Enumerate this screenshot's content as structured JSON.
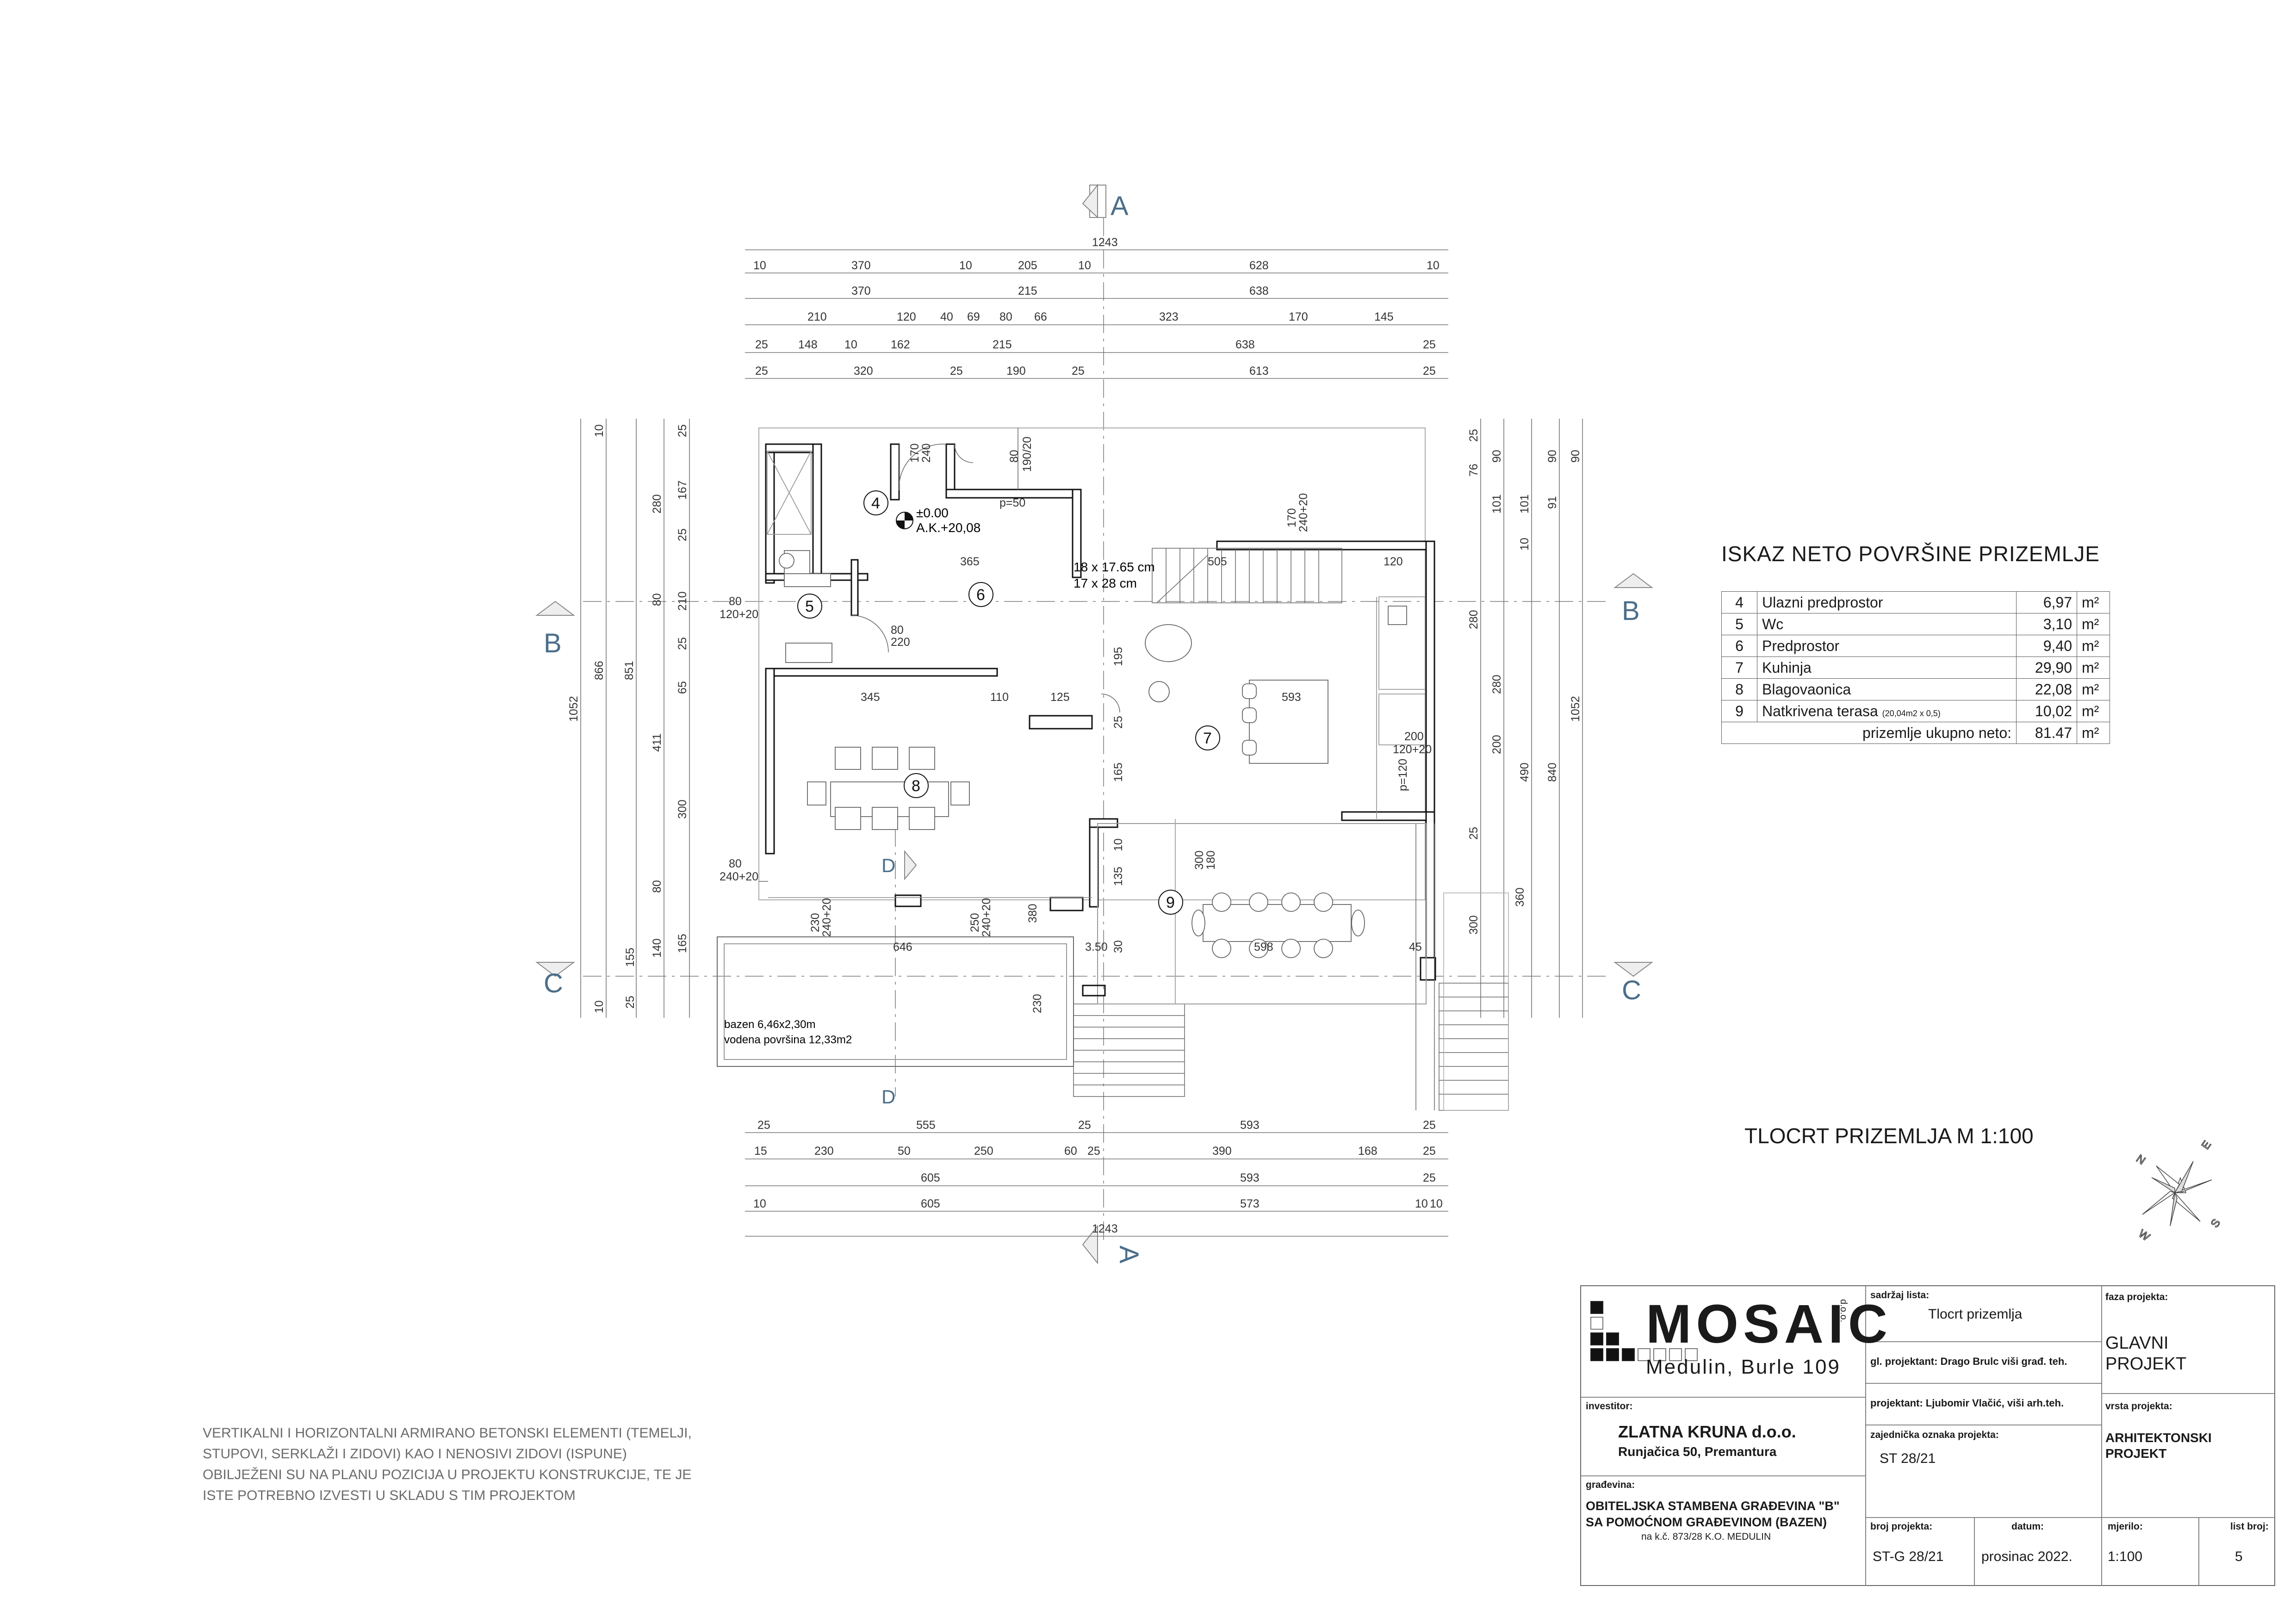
{
  "section_markers": {
    "a": "A",
    "b": "B",
    "c": "C",
    "d": "D"
  },
  "dimensions": {
    "top": {
      "total": "1243",
      "row1": [
        "10",
        "370",
        "10",
        "205",
        "10",
        "628",
        "10"
      ],
      "row2": [
        "370",
        "215",
        "638"
      ],
      "row3": [
        "210",
        "120",
        "40",
        "69",
        "80",
        "66",
        "323",
        "170",
        "145"
      ],
      "row4": [
        "25",
        "148",
        "10",
        "162",
        "215",
        "638",
        "25"
      ],
      "row5": [
        "25",
        "320",
        "25",
        "190",
        "25",
        "613",
        "25"
      ]
    },
    "bottom": {
      "row1": [
        "25",
        "555",
        "25",
        "593",
        "25"
      ],
      "row2": [
        "15",
        "230",
        "50",
        "250",
        "60",
        "25",
        "390",
        "168",
        "25"
      ],
      "row3": [
        "605",
        "593",
        "25"
      ],
      "row4": [
        "10",
        "605",
        "573",
        "10",
        "10"
      ],
      "total": "1243"
    },
    "left": {
      "total": "1052",
      "col1": [
        "866"
      ],
      "col2": [
        "851"
      ],
      "col3": [
        "280",
        "411",
        "140"
      ],
      "col4": [
        "167",
        "210",
        "25",
        "65",
        "300",
        "80",
        "155",
        "25",
        "80",
        "25",
        "10",
        "10",
        "25",
        "165"
      ]
    },
    "right": {
      "total": "1052",
      "col_a": [
        "840"
      ],
      "col_b": [
        "490",
        "200"
      ],
      "col_c": [
        "280",
        "25",
        "300"
      ],
      "col_d": [
        "90",
        "101",
        "101",
        "360"
      ],
      "col_e": [
        "25",
        "76",
        "90",
        "91",
        "10",
        "90"
      ]
    },
    "interior": [
      "365",
      "505",
      "120",
      "345",
      "110",
      "125",
      "195",
      "25",
      "165",
      "10",
      "135",
      "30",
      "3.50",
      "646",
      "230",
      "45",
      "593",
      "598"
    ],
    "openings": [
      "170",
      "240",
      "80",
      "190/20",
      "170",
      "240+20",
      "80",
      "120+20",
      "80",
      "220",
      "80",
      "240+20",
      "200",
      "120+20",
      "p=120",
      "230",
      "240+20",
      "250",
      "240+20",
      "380",
      "300",
      "180",
      "p=50"
    ]
  },
  "plan_labels": {
    "level": "±0.00",
    "absolute_level": "A.K.+20,08",
    "stair_a": "18 x 17.65 cm",
    "stair_b": "17 x 28 cm",
    "pool_size": "bazen 6,46x2,30m",
    "pool_water": "vodena površina 12,33m2",
    "rooms": [
      "4",
      "5",
      "6",
      "7",
      "8",
      "9"
    ]
  },
  "area_table": {
    "title": "ISKAZ NETO POVRŠINE PRIZEMLJE",
    "rows": [
      {
        "no": "4",
        "name": "Ulazni predprostor",
        "note": "",
        "area": "6,97",
        "unit": "m²"
      },
      {
        "no": "5",
        "name": "Wc",
        "note": "",
        "area": "3,10",
        "unit": "m²"
      },
      {
        "no": "6",
        "name": "Predprostor",
        "note": "",
        "area": "9,40",
        "unit": "m²"
      },
      {
        "no": "7",
        "name": "Kuhinja",
        "note": "",
        "area": "29,90",
        "unit": "m²"
      },
      {
        "no": "8",
        "name": "Blagovaonica",
        "note": "",
        "area": "22,08",
        "unit": "m²"
      },
      {
        "no": "9",
        "name": "Natkrivena terasa",
        "note": "(20,04m2 x 0,5)",
        "area": "10,02",
        "unit": "m²"
      }
    ],
    "total_label": "prizemlje ukupno neto:",
    "total_value": "81.47",
    "total_unit": "m²"
  },
  "drawing_title": "TLOCRT PRIZEMLJA  M 1:100",
  "compass": {
    "n": "N",
    "e": "E",
    "s": "S",
    "w": "W"
  },
  "notes": [
    "VERTIKALNI I HORIZONTALNI ARMIRANO BETONSKI ELEMENTI (TEMELJI,",
    "STUPOVI, SERKLAŽI I ZIDOVI) KAO I NENOSIVI ZIDOVI (ISPUNE)",
    "OBILJEŽENI SU NA PLANU POZICIJA U PROJEKTU KONSTRUKCIJE, TE JE",
    "ISTE POTREBNO IZVESTI U SKLADU S TIM PROJEKTOM"
  ],
  "title_block": {
    "company": {
      "name": "MOSAIC",
      "suffix": "d.o.o.",
      "address": "Medulin, Burle 109"
    },
    "investor_label": "investitor:",
    "investor_name": "ZLATNA KRUNA d.o.o.",
    "investor_address": "Runjačica 50, Premantura",
    "building_label": "građevina:",
    "building_line1": "OBITELJSKA STAMBENA GRAĐEVINA \"B\"",
    "building_line2": "SA POMOĆNOM GRAĐEVINOM (BAZEN)",
    "building_line3": "na k.č. 873/28 K.O. MEDULIN",
    "sheet_content_label": "sadržaj lista:",
    "sheet_content": "Tlocrt prizemlja",
    "chief_designer": "gl. projektant:  Drago Brulc  viši građ. teh.",
    "designer": "projektant:  Ljubomir Vlačić, viši arh.teh.",
    "common_mark_label": "zajednička oznaka projekta:",
    "common_mark": "ST 28/21",
    "project_no_label": "broj projekta:",
    "project_no": "ST-G 28/21",
    "date_label": "datum:",
    "date": "prosinac 2022.",
    "scale_label": "mjerilo:",
    "scale": "1:100",
    "sheet_no_label": "list broj:",
    "sheet_no": "5",
    "phase_label": "faza projekta:",
    "phase_line1": "GLAVNI",
    "phase_line2": "PROJEKT",
    "type_label": "vrsta projekta:",
    "type_line1": "ARHITEKTONSKI",
    "type_line2": "PROJEKT"
  }
}
